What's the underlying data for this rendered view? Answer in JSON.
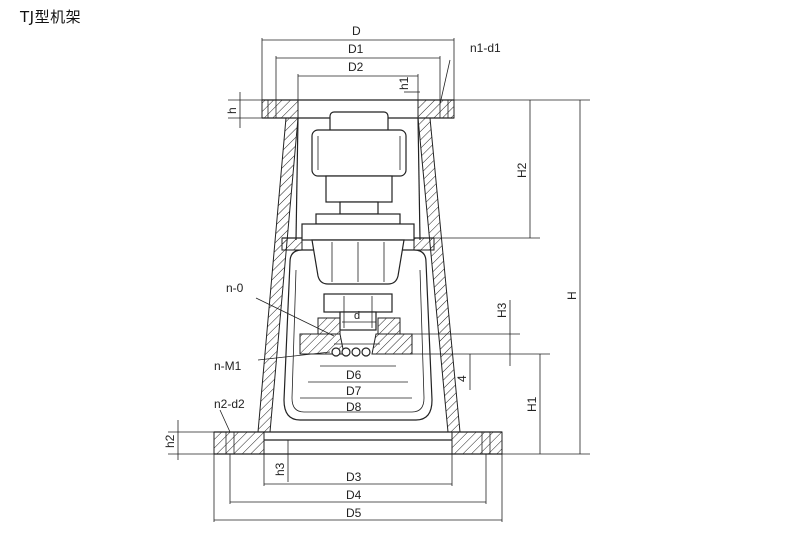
{
  "title": "TJ型机架",
  "labels": {
    "D": "D",
    "D1": "D1",
    "D2": "D2",
    "n1d1": "n1-d1",
    "h1": "h1",
    "h": "h",
    "H2": "H2",
    "H": "H",
    "H3": "H3",
    "H1": "H1",
    "n0": "n-0",
    "d": "d",
    "nM1": "n-M1",
    "four": "4",
    "D6": "D6",
    "D7": "D7",
    "D8": "D8",
    "n2d2": "n2-d2",
    "h2": "h2",
    "h3": "h3",
    "D3": "D3",
    "D4": "D4",
    "D5": "D5"
  },
  "colors": {
    "line": "#222222",
    "background": "#ffffff"
  }
}
